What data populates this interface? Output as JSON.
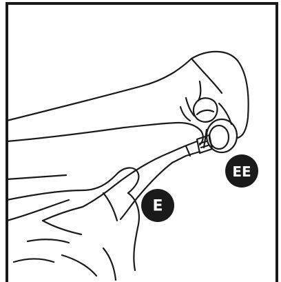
{
  "callouts": {
    "small_part": "EE",
    "tool": "E"
  },
  "colors": {
    "line": "#1a1a1a",
    "callout_bg": "#1a1a1a",
    "callout_text": "#ffffff",
    "background": "#ffffff"
  },
  "icons": {
    "hands": "hands-illustration",
    "tool": "pliers-tool-icon",
    "part": "round-cap-part-icon"
  }
}
